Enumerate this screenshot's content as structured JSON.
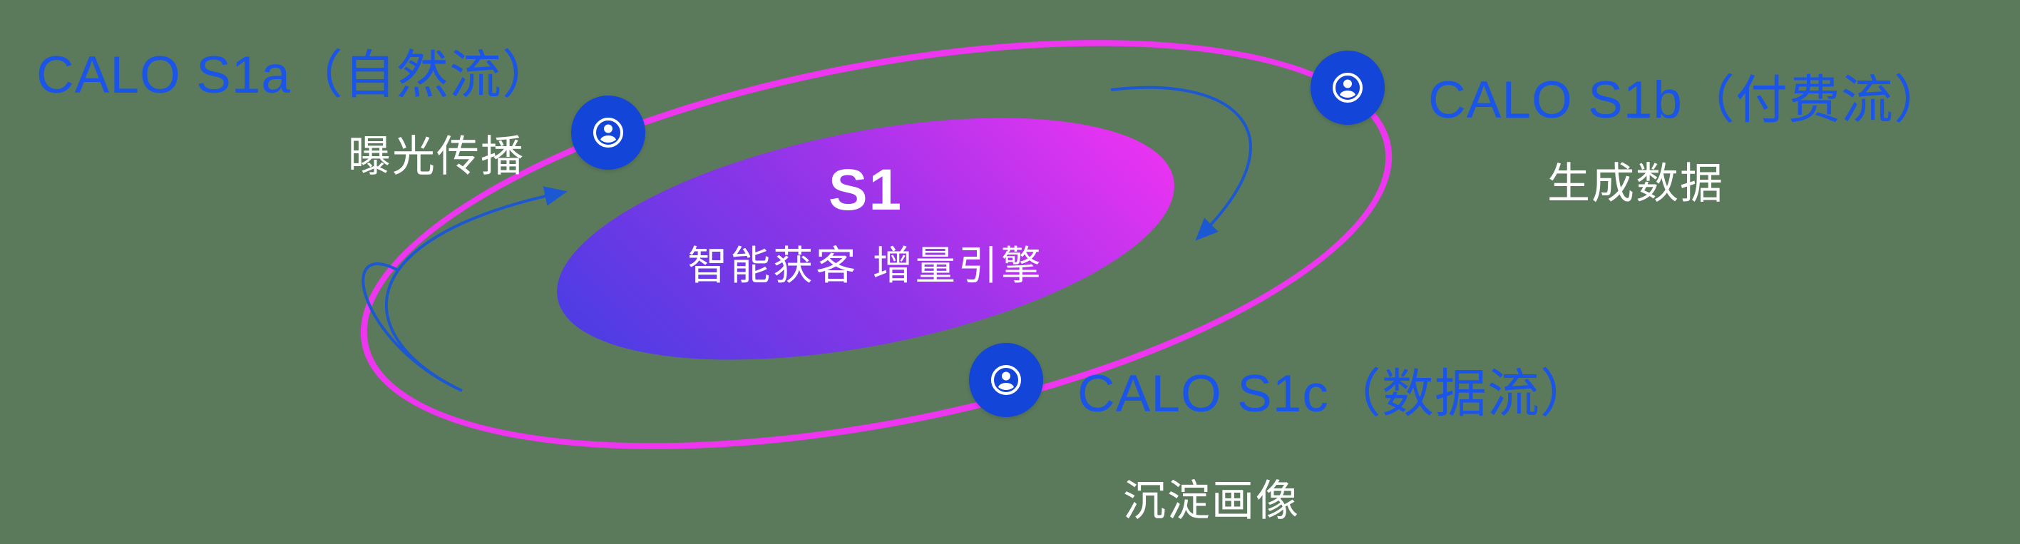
{
  "diagram": {
    "background_color": "#5b7a5c",
    "center": {
      "title": "S1",
      "subtitle": "智能获客  增量引擎",
      "gradient_from": "#403ee2",
      "gradient_mid": "#8f35e8",
      "gradient_to": "#ea33f2"
    },
    "orbit_color": "#ee36f0",
    "arrow_color": "#1c58d2",
    "label_color": "#1a55e8",
    "node_color": "#1345d8",
    "nodes": [
      {
        "id": "s1a",
        "title": "CALO S1a（自然流）",
        "subtitle": "曝光传播",
        "icon": "user-circle-icon"
      },
      {
        "id": "s1b",
        "title": "CALO S1b（付费流）",
        "subtitle": "生成数据",
        "icon": "user-circle-icon"
      },
      {
        "id": "s1c",
        "title": "CALO S1c（数据流）",
        "subtitle": "沉淀画像",
        "icon": "user-circle-icon"
      }
    ]
  }
}
